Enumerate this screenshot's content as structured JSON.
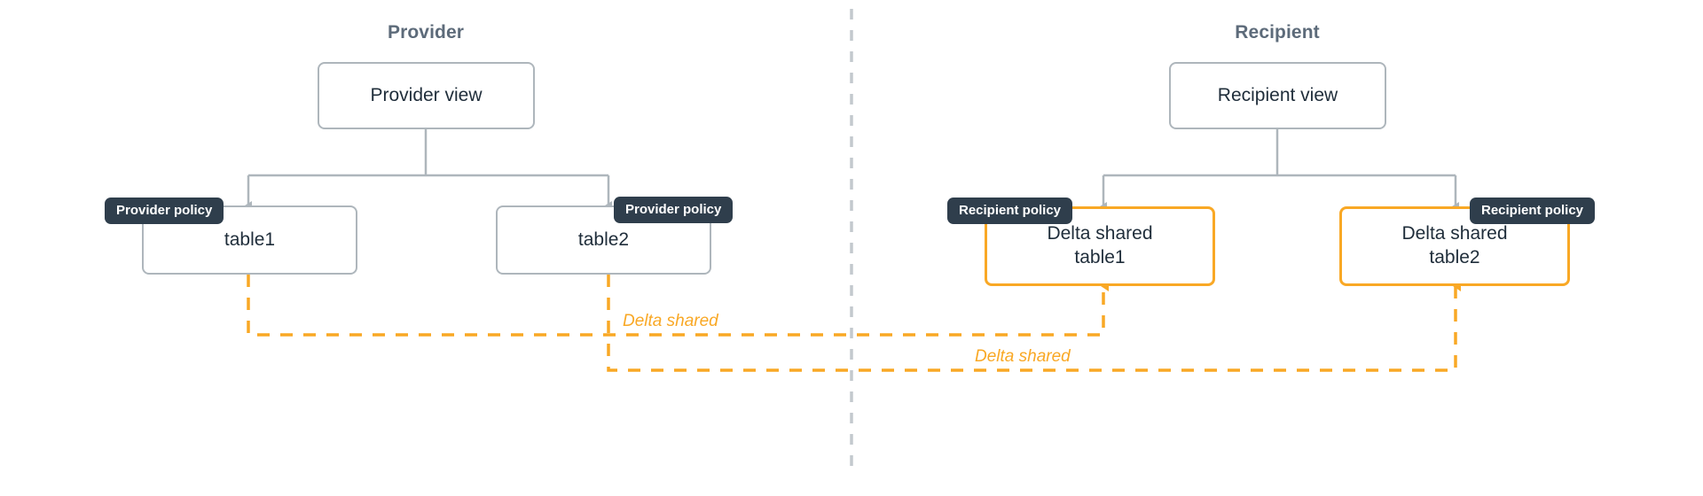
{
  "diagram": {
    "title_provider": "Provider",
    "title_recipient": "Recipient",
    "colors": {
      "line_grey": "#aeb6bc",
      "badge_bg": "#2f3e4c",
      "badge_text": "#ffffff",
      "shared_orange": "#f9a825",
      "node_text": "#1f2d3a",
      "title_text": "#5d6b7a",
      "divider": "#c3c9ce"
    },
    "provider": {
      "view_label": "Provider view",
      "policy_badge_left": "Provider policy",
      "policy_badge_right": "Provider policy",
      "table1_label": "table1",
      "table2_label": "table2"
    },
    "recipient": {
      "view_label": "Recipient view",
      "policy_badge_left": "Recipient policy",
      "policy_badge_right": "Recipient policy",
      "table1_label": "Delta shared\ntable1",
      "table2_label": "Delta shared\ntable2"
    },
    "connections": {
      "delta_shared_1": "Delta shared",
      "delta_shared_2": "Delta shared"
    }
  }
}
